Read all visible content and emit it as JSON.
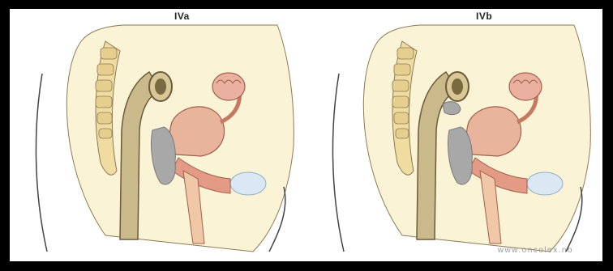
{
  "panels": [
    {
      "label": "IVa"
    },
    {
      "label": "IVb"
    }
  ],
  "watermark": "www.oncolex.no",
  "colors": {
    "background": "#ffffff",
    "frame": "#000000",
    "pelvis_fill": "#f5e7b7",
    "bone_fill": "#f0dca0",
    "rectum": "#c9b98b",
    "uterus": "#e9b49c",
    "tumor": "#a8a8a8",
    "bladder": "#d9e8f2",
    "outline": "#6b5b3a"
  }
}
